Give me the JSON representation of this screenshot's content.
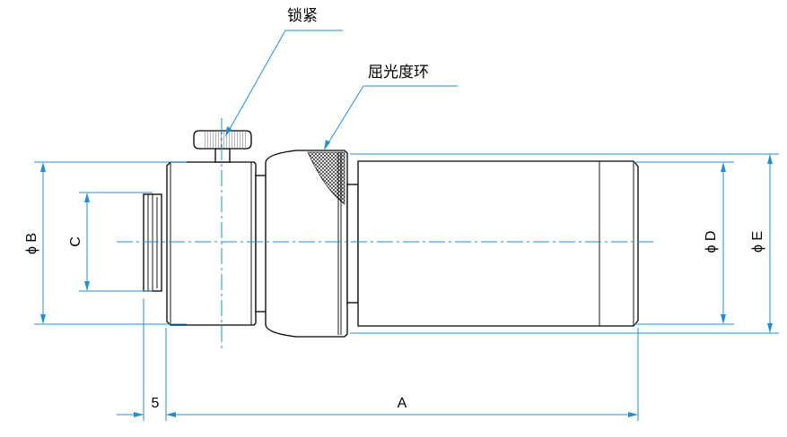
{
  "callouts": {
    "lock": "锁紧",
    "focus_ring": "屈光度环"
  },
  "dimensions": {
    "phi_b": "ϕ B",
    "c": "C",
    "phi_d": "ϕ D",
    "phi_e": "ϕ E",
    "a": "A",
    "offset": "5"
  },
  "colors": {
    "dimension_line": "#1f8fd6",
    "part_outline": "#000000"
  }
}
